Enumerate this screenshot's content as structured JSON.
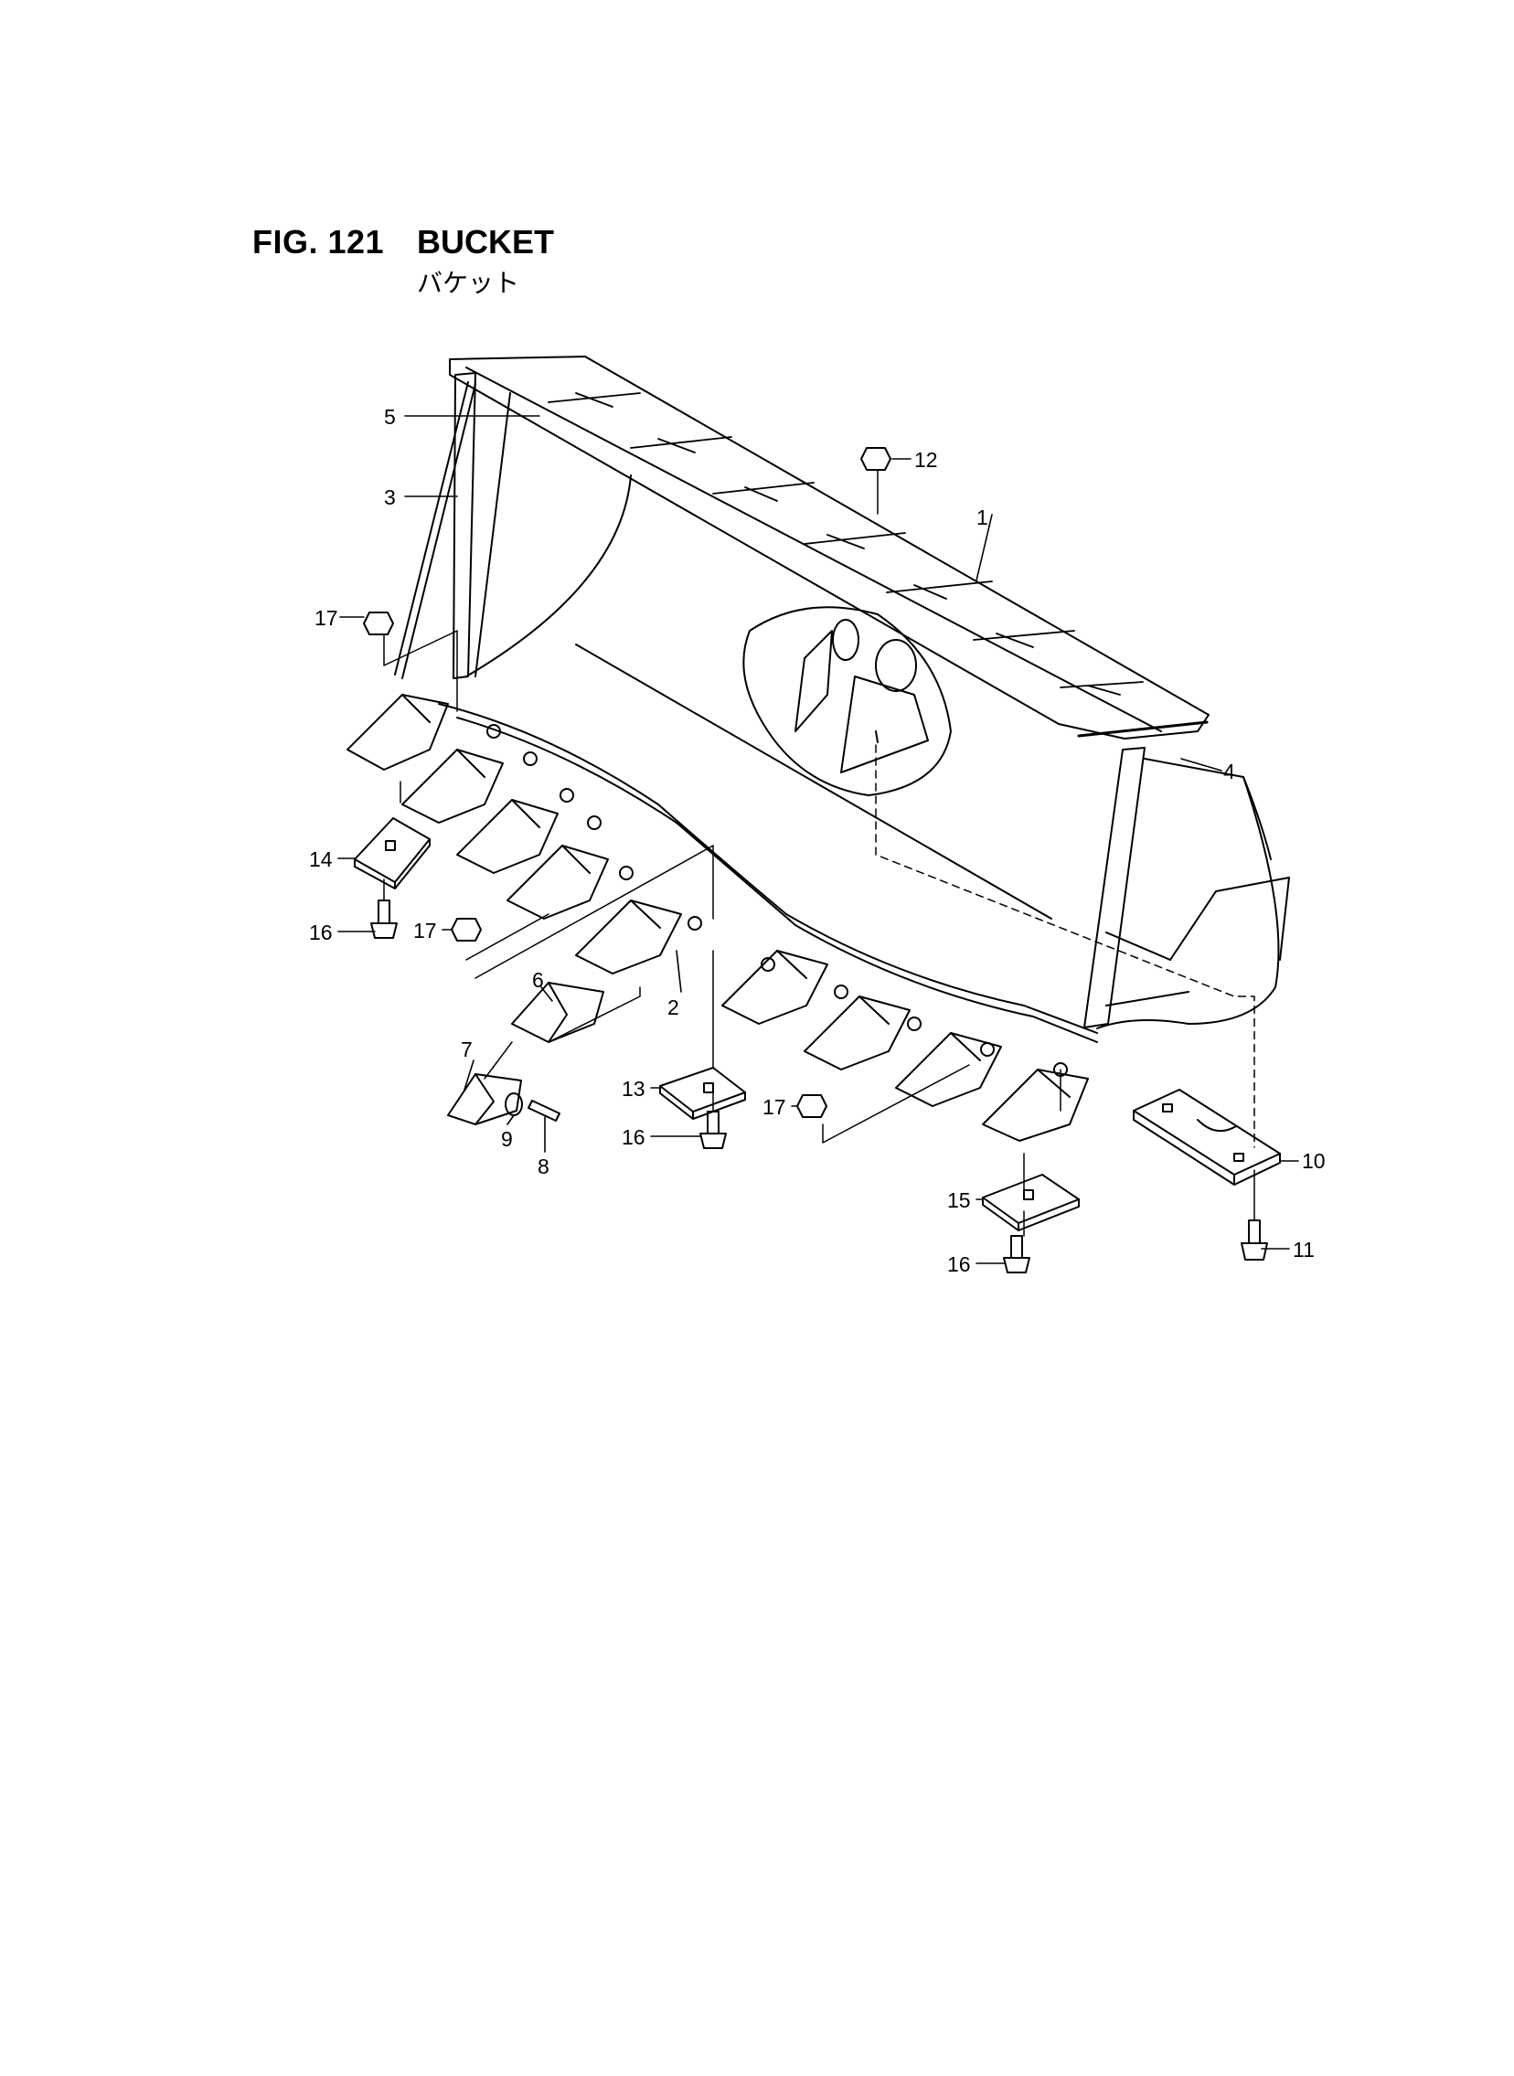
{
  "figure": {
    "number": "FIG. 121",
    "title": "BUCKET",
    "subtitle": "バケット"
  },
  "callouts": [
    {
      "id": "c1",
      "label": "1"
    },
    {
      "id": "c2",
      "label": "2"
    },
    {
      "id": "c3",
      "label": "3"
    },
    {
      "id": "c4",
      "label": "4"
    },
    {
      "id": "c5",
      "label": "5"
    },
    {
      "id": "c6",
      "label": "6"
    },
    {
      "id": "c7",
      "label": "7"
    },
    {
      "id": "c8",
      "label": "8"
    },
    {
      "id": "c9",
      "label": "9"
    },
    {
      "id": "c10",
      "label": "10"
    },
    {
      "id": "c11",
      "label": "11"
    },
    {
      "id": "c12",
      "label": "12"
    },
    {
      "id": "c13",
      "label": "13"
    },
    {
      "id": "c14",
      "label": "14"
    },
    {
      "id": "c15",
      "label": "15"
    },
    {
      "id": "c16a",
      "label": "16"
    },
    {
      "id": "c16b",
      "label": "16"
    },
    {
      "id": "c16c",
      "label": "16"
    },
    {
      "id": "c17a",
      "label": "17"
    },
    {
      "id": "c17b",
      "label": "17"
    },
    {
      "id": "c17c",
      "label": "17"
    }
  ]
}
